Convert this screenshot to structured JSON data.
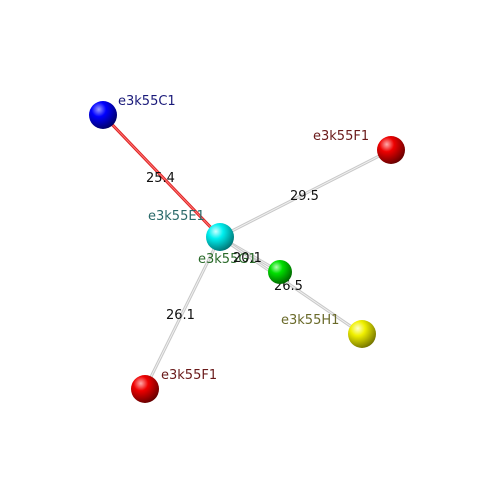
{
  "nodes": [
    {
      "id": "C1",
      "label": "e3k55C1",
      "color": "#0000ff",
      "label_color": "#1a1a7a"
    },
    {
      "id": "E1",
      "label": "e3k55E1",
      "color": "#00ffff",
      "label_color": "#2a6a6a"
    },
    {
      "id": "F1a",
      "label": "e3k55F1",
      "color": "#ff0000",
      "label_color": "#6a1a1a"
    },
    {
      "id": "F1b",
      "label": "e3k55F1",
      "color": "#ff0000",
      "label_color": "#6a1a1a"
    },
    {
      "id": "G1",
      "label": "e3k55G1",
      "color": "#00ff00",
      "label_color": "#2a6a2a"
    },
    {
      "id": "H1",
      "label": "e3k55H1",
      "color": "#ffff00",
      "label_color": "#6a6a2a"
    }
  ],
  "edges": [
    {
      "from": "C1",
      "to": "E1",
      "label": "25.4",
      "color": "#dd2222"
    },
    {
      "from": "E1",
      "to": "F1a",
      "label": "29.5",
      "color": "#cccccc"
    },
    {
      "from": "E1",
      "to": "G1",
      "label": "20.1",
      "color": "#cccccc"
    },
    {
      "from": "E1",
      "to": "H1",
      "label": "26.5",
      "color": "#cccccc"
    },
    {
      "from": "E1",
      "to": "F1b",
      "label": "26.1",
      "color": "#cccccc"
    }
  ]
}
